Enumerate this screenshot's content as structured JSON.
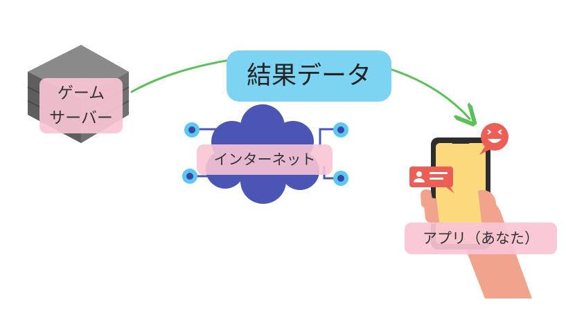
{
  "diagram": {
    "server_label": "ゲーム\nサーバー",
    "internet_label": "インターネット",
    "result_label": "結果データ",
    "app_label": "アプリ（あなた）",
    "colors": {
      "arrow": "#5dbf5a",
      "cloud": "#4b55b4",
      "node": "#5bc8f2",
      "server_top": "#858585",
      "server_side": "#5e5e5e",
      "phone_body": "#2d2d2d",
      "phone_screen": "#fcd97d",
      "hand": "#f0a48d",
      "bubble": "#ec5f56",
      "result_badge": "#7dd3f2",
      "label_badge": "#f8c4d4"
    },
    "icons": [
      "server-icon",
      "cloud-network-icon",
      "smartphone-hand-icon",
      "user-bubble-icon",
      "smiley-bubble-icon",
      "arrow-icon"
    ]
  }
}
